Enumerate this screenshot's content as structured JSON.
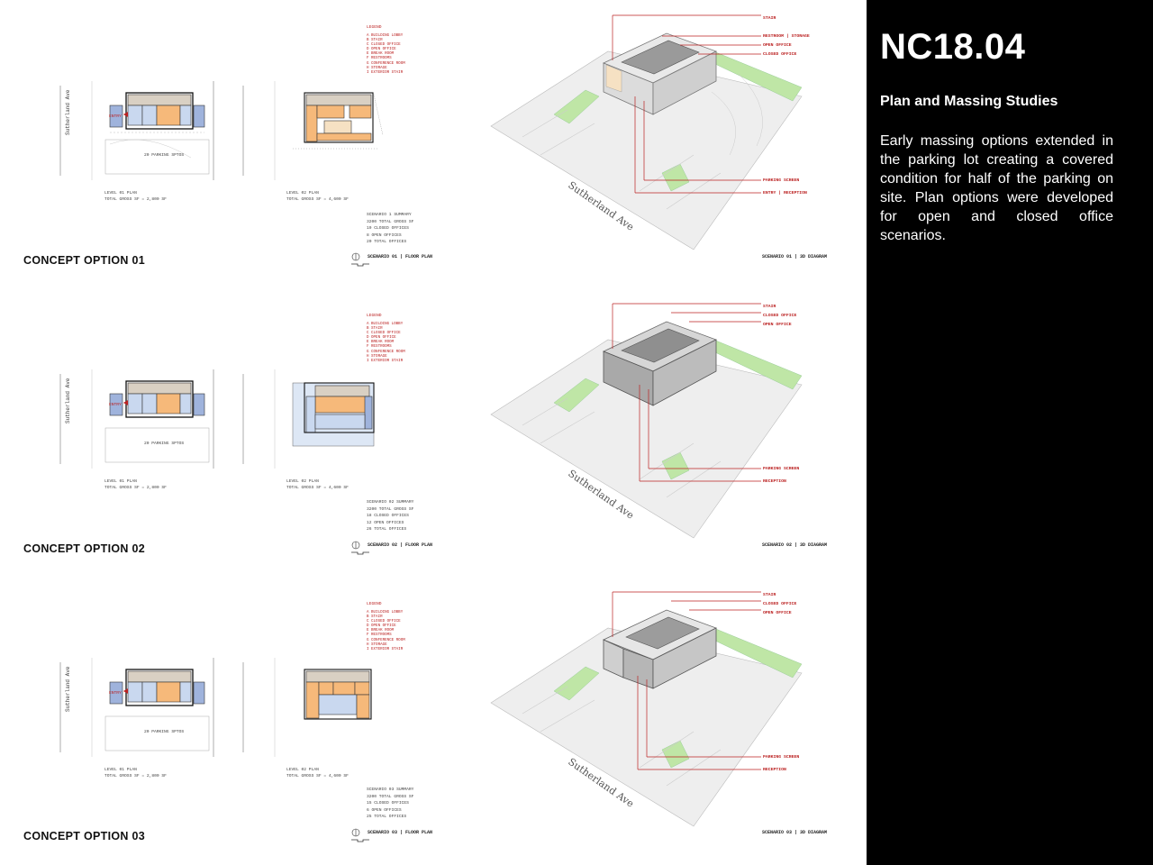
{
  "sidebar": {
    "title": "NC18.04",
    "subtitle": "Plan and Massing Studies",
    "description": "Early massing options extended in the parking lot creating a covered condition for half of the parking on site.  Plan options were developed for open and closed office scenarios."
  },
  "street_name": "Sutherland Ave",
  "legend_title": "LEGEND",
  "legend_items": [
    "A   BUILDING LOBBY",
    "B   STAIR",
    "C   CLOSED OFFICE",
    "D   OPEN OFFICE",
    "E   BREAK ROOM",
    "F   RESTROOMS",
    "G   CONFERENCE ROOM",
    "H   STORAGE",
    "I   EXTERIOR STAIR"
  ],
  "options": [
    {
      "label": "CONCEPT OPTION 01",
      "level1_label": "LEVEL 01 PLAN",
      "level1_area": "TOTAL GROSS SF = 2,800 SF",
      "level2_label": "LEVEL 02 PLAN",
      "level2_area": "TOTAL GROSS SF = 4,600 SF",
      "summary": [
        "SCENARIO 1 SUMMARY",
        "3200 TOTAL GROSS SF",
        "19 CLOSED OFFICES",
        "8 OPEN OFFICES",
        "20 TOTAL OFFICES"
      ],
      "plan_title": "SCENARIO 01 | FLOOR PLAN",
      "diagram_title": "SCENARIO 01 | 3D DIAGRAM",
      "callouts": [
        "STAIR",
        "RESTROOM | STORAGE",
        "OPEN OFFICE",
        "CLOSED OFFICE",
        "PARKING SCREEN",
        "ENTRY | RECEPTION"
      ],
      "entry": "ENTRY",
      "parking": "20 PARKING SPTOS"
    },
    {
      "label": "CONCEPT OPTION 02",
      "level1_label": "LEVEL 01 PLAN",
      "level1_area": "TOTAL GROSS SF = 2,800 SF",
      "level2_label": "LEVEL 02 PLAN",
      "level2_area": "TOTAL GROSS SF = 4,600 SF",
      "summary": [
        "SCENARIO 02 SUMMARY",
        "3200 TOTAL GROSS SF",
        "18 CLOSED OFFICES",
        "12 OPEN OFFICES",
        "26 TOTAL OFFICES"
      ],
      "plan_title": "SCENARIO 02 | FLOOR PLAN",
      "diagram_title": "SCENARIO 02 | 3D DIAGRAM",
      "callouts": [
        "STAIR",
        "CLOSED OFFICE",
        "OPEN OFFICE",
        "PARKING SCREEN",
        "RECEPTION"
      ],
      "entry": "ENTRY",
      "parking": "20 PARKING SPTOS"
    },
    {
      "label": "CONCEPT OPTION 03",
      "level1_label": "LEVEL 01 PLAN",
      "level1_area": "TOTAL GROSS SF = 2,800 SF",
      "level2_label": "LEVEL 02 PLAN",
      "level2_area": "TOTAL GROSS SF = 4,600 SF",
      "summary": [
        "SCENARIO 03 SUMMARY",
        "3200 TOTAL GROSS SF",
        "15 CLOSED OFFICES",
        "6 OPEN OFFICES",
        "25 TOTAL OFFICES"
      ],
      "plan_title": "SCENARIO 03 | FLOOR PLAN",
      "diagram_title": "SCENARIO 03 | 3D DIAGRAM",
      "callouts": [
        "STAIR",
        "CLOSED OFFICE",
        "OPEN OFFICE",
        "PARKING SCREEN",
        "RECEPTION"
      ],
      "entry": "ENTRY",
      "parking": "20 PARKING SPTOS"
    }
  ],
  "colors": {
    "office_orange": "#f6b97a",
    "lobby_blue": "#c9d8ef",
    "stair_blue": "#9fb3dc",
    "service_tan": "#d9d0c3",
    "grass_green": "#bfe6a6",
    "callout_red": "#b22222",
    "sidebar_bg": "#000000"
  }
}
